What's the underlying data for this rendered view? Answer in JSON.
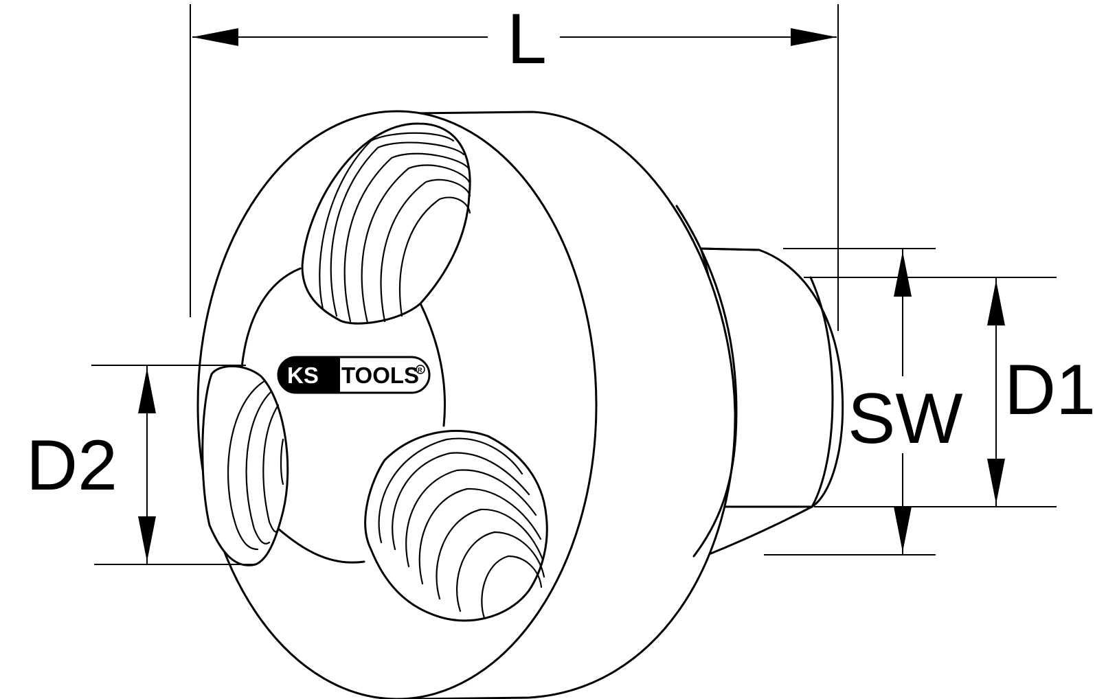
{
  "dimensions": {
    "length": "L",
    "wrench_size": "SW",
    "diameter_1": "D1",
    "diameter_2": "D2"
  },
  "logo": {
    "brand_left": "KS",
    "brand_right": "TOOLS",
    "colors": {
      "ink": "#000000",
      "paper": "#ffffff"
    }
  },
  "icons": {
    "registered_mark": "registered-icon"
  }
}
